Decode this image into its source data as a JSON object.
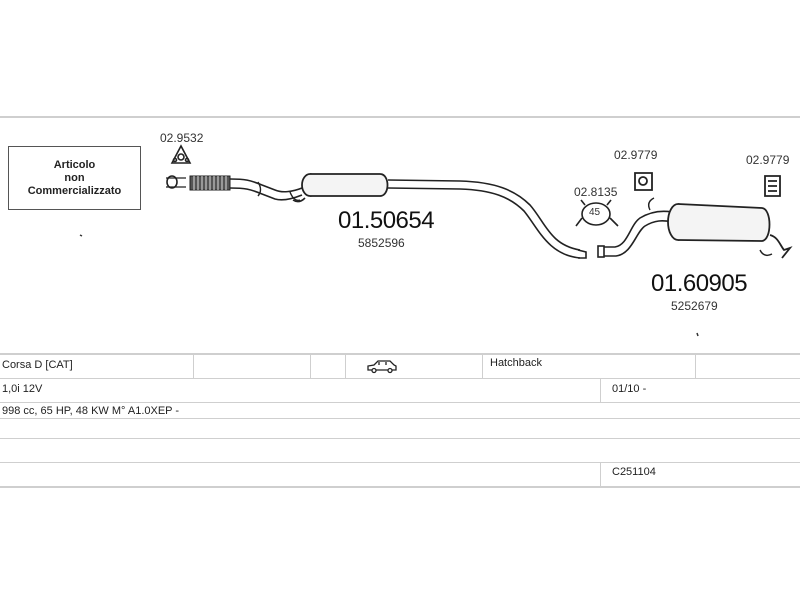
{
  "diagram": {
    "note_lines": [
      "Articolo",
      "non",
      "Commercializzato"
    ],
    "parts": {
      "gasket_code": "02.9532",
      "front_section_code": "01.50654",
      "front_section_oem": "5852596",
      "clamp_code": "02.8135",
      "clamp_size": "45",
      "hanger1_code": "02.9779",
      "hanger2_code": "02.9779",
      "rear_section_code": "01.60905",
      "rear_section_oem": "5252679"
    }
  },
  "table": {
    "model": "Corsa D  [CAT]",
    "body_icon": "car-icon",
    "body_type": "Hatchback",
    "engine": "1,0i 12V",
    "date": "01/10 -",
    "spec": "998 cc, 65 HP, 48 KW M° A1.0XEP -",
    "catalog_code": "C251104"
  }
}
